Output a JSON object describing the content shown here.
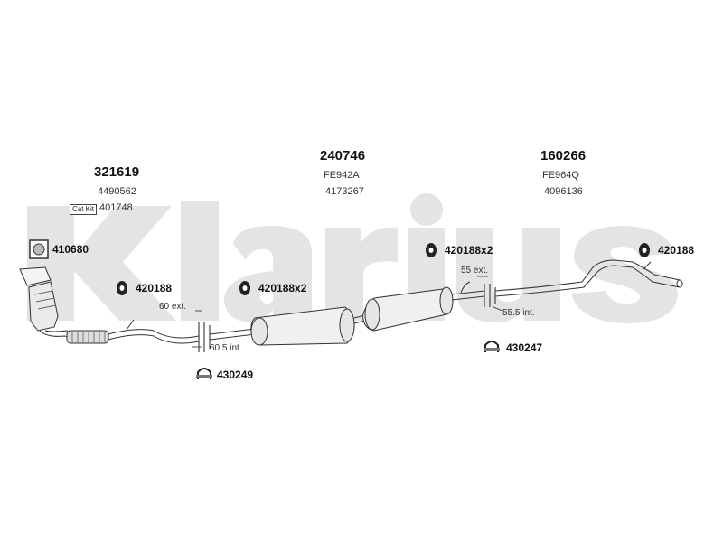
{
  "watermark": {
    "text": "Klarius"
  },
  "components": {
    "catalytic_converter": {
      "part_number": "321619",
      "oe_ref": "4490562",
      "cat_kit_label": "Cat Kit",
      "cat_kit_number": "401748"
    },
    "centre_silencer": {
      "part_number": "240746",
      "fe_ref": "FE942A",
      "oe_ref": "4173267"
    },
    "rear_silencer": {
      "part_number": "160266",
      "fe_ref": "FE964Q",
      "oe_ref": "4096136"
    }
  },
  "fittings": {
    "gasket": "410680",
    "mount_front": "420188",
    "mount_centre": "420188x2",
    "mount_mid": "420188x2",
    "mount_rear": "420188",
    "clamp_front": "430249",
    "clamp_rear": "430247"
  },
  "joints": {
    "front_ext": "60 ext.",
    "front_int": "60.5 int.",
    "rear_ext": "55 ext.",
    "rear_int": "55.5 int."
  }
}
